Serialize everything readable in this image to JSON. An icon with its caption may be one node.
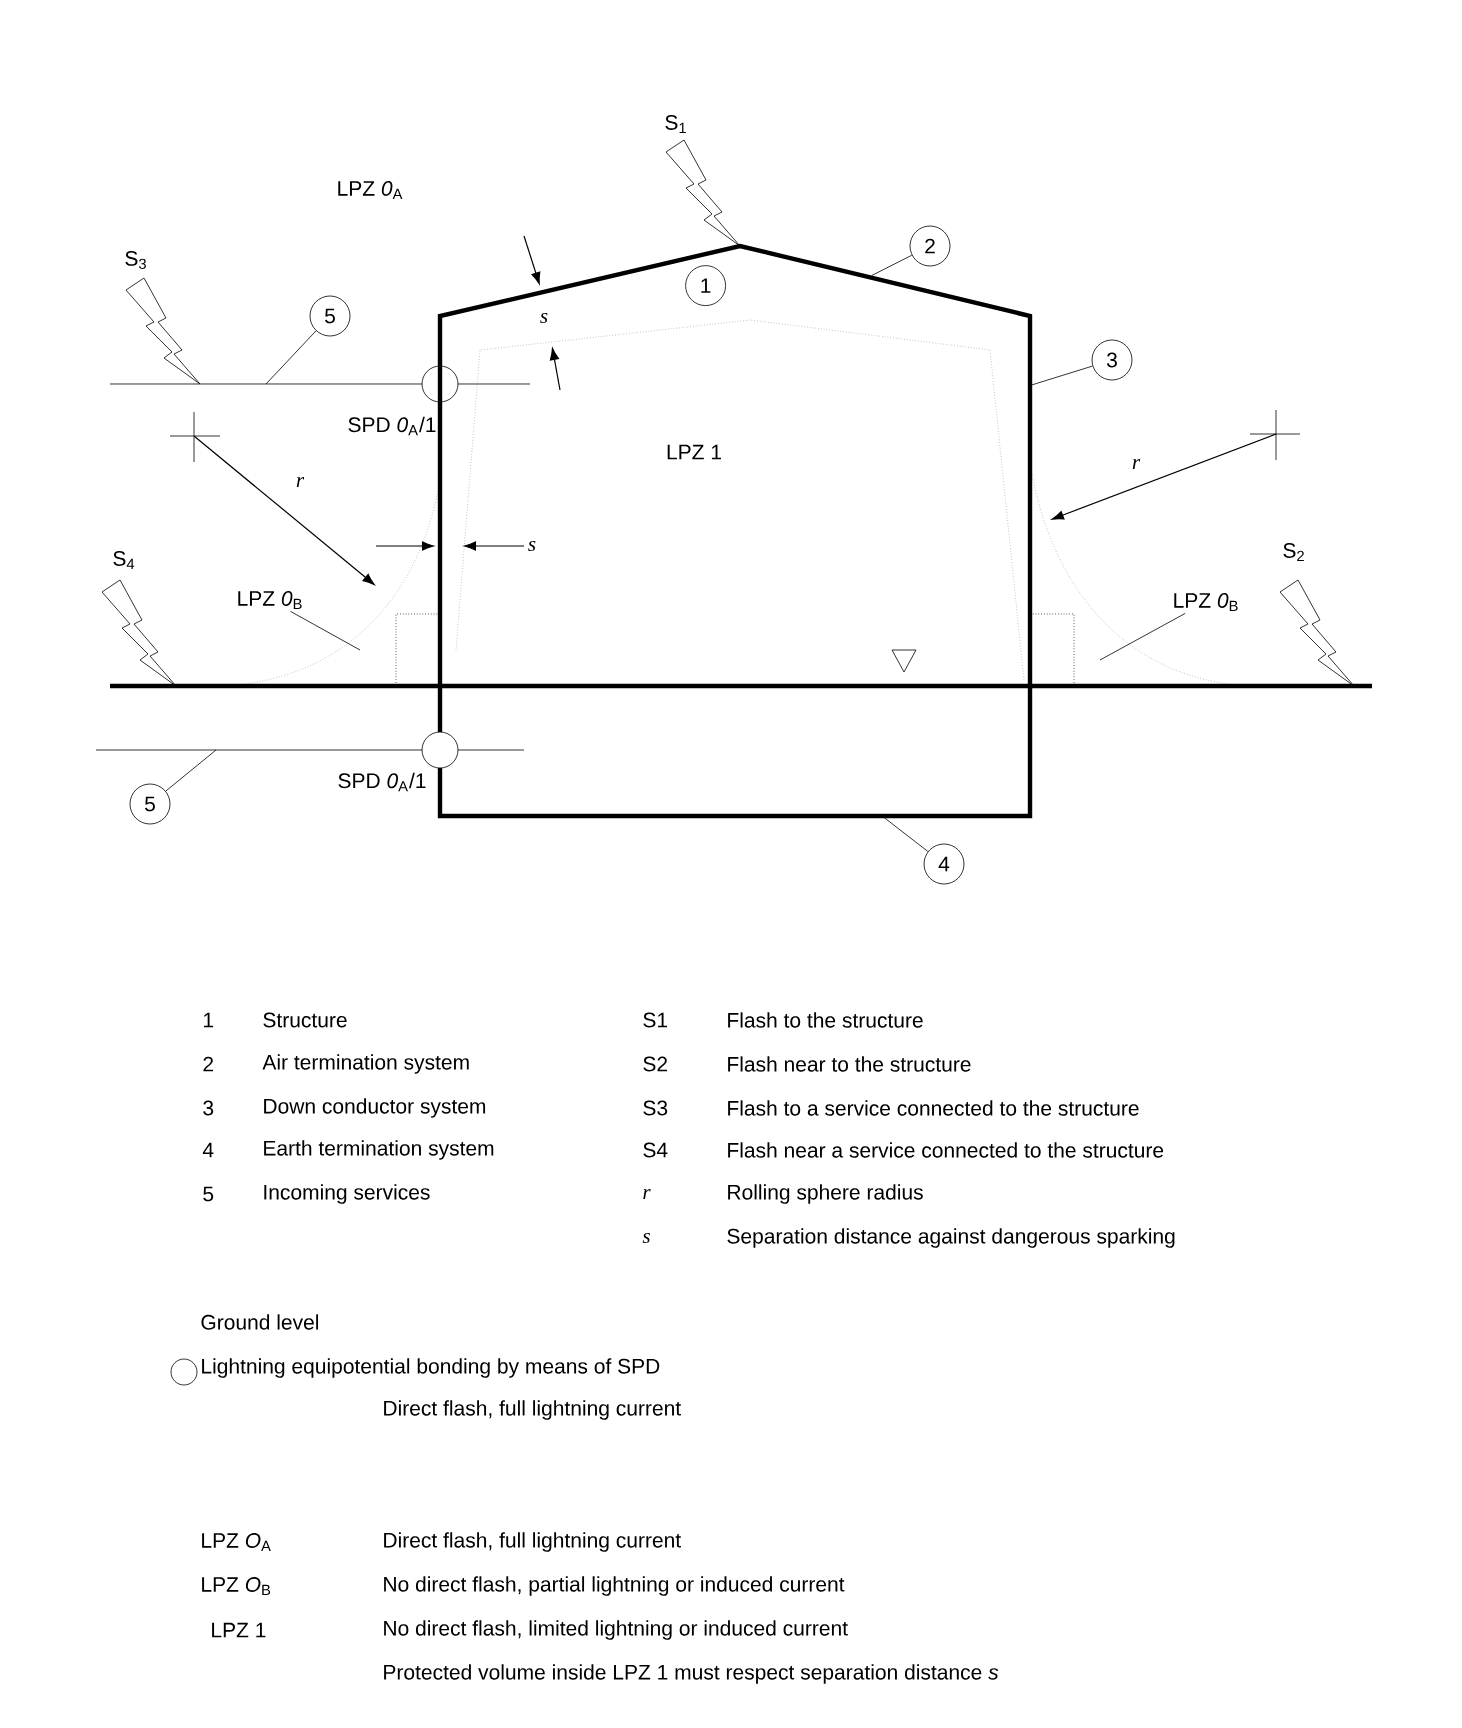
{
  "diagram": {
    "nodes": [
      {
        "text": [
          "1"
        ],
        "in": 10
      },
      {
        "text": [
          "2"
        ]
      },
      {
        "text": [
          "5"
        ]
      },
      {
        "text": [
          "3"
        ]
      },
      {
        "text": [],
        "shape": "circle"
      },
      {
        "text": [],
        "shape": "circle"
      },
      {
        "text": [
          "5"
        ]
      },
      {
        "text": [
          "4"
        ]
      },
      {
        "text": [
          "LPZ *0*$_{B}$"
        ]
      },
      {
        "text": [
          "LPZ *0*$_{B}$"
        ]
      },
      {
        "text": [],
        "shape": "building"
      }
    ],
    "edges": [
      {
        "from": 1,
        "to": 10,
        "arrow": "none"
      },
      {
        "from": 2,
        "to": null,
        "arrow": "none"
      },
      {
        "from": 3,
        "to": 10,
        "arrow": "none"
      },
      {
        "from": 6,
        "to": null,
        "arrow": "none"
      },
      {
        "from": 7,
        "to": 10,
        "arrow": "none"
      },
      {
        "from": 8,
        "to": null,
        "arrow": "none"
      },
      {
        "from": 9,
        "to": null,
        "arrow": "none"
      }
    ],
    "labels": [
      "S$_{1}$",
      "LPZ *0*$_{A}$",
      "S$_{3}$",
      "s",
      "SPD *0*$_{A}$/1",
      "LPZ 1",
      "r",
      "r",
      "s",
      "S$_{4}$",
      "S$_{2}$",
      "SPD *0*$_{A}$/1",
      "1",
      "Structure",
      "S1",
      "Flash to the structure",
      "2",
      "Air termination system",
      "S2",
      "Flash near to the structure",
      "3",
      "Down conductor system",
      "S3",
      "Flash to a service connected to the structure",
      "4",
      "Earth termination system",
      "S4",
      "Flash near a service connected to the structure",
      "5",
      "Incoming services",
      "r",
      "Rolling sphere radius",
      "s",
      "Separation distance against dangerous sparking",
      "Ground level",
      "Direct flash, full lightning current",
      "LPZ *O*$_{A}$",
      "Direct flash, full lightning current",
      "LPZ *O*$_{B}$",
      "No direct flash, partial lightning or induced current",
      "LPZ 1",
      "No direct flash, limited lightning or induced current",
      "Protected volume inside LPZ 1 must respect separation distance *s*"
    ],
    "legend": [
      {
        "text": "Lightning equipotential bonding by means of SPD"
      }
    ]
  }
}
